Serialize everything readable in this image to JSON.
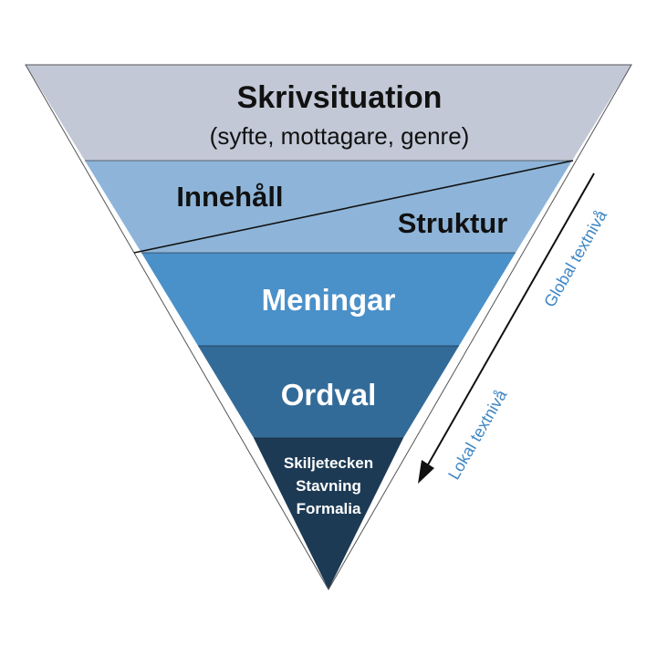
{
  "pyramid": {
    "situation": {
      "title": "Skrivsituation",
      "subtitle": "(syfte, mottagare, genre)",
      "fill": "#c2c8d6"
    },
    "content_structure": {
      "left": "Innehåll",
      "right": "Struktur",
      "fill": "#8eb5d9"
    },
    "sentences": {
      "label": "Meningar",
      "fill": "#4a90c9"
    },
    "word_choice": {
      "label": "Ordval",
      "fill": "#336b98"
    },
    "formalia": {
      "lines": [
        "Skiljetecken",
        "Stavning",
        "Formalia"
      ],
      "fill": "#1d3a54"
    }
  },
  "arrow": {
    "global_label": "Global textnivå",
    "local_label": "Lokal textnivå",
    "label_color": "#3f86c4"
  },
  "colors": {
    "dark_text": "#111111",
    "light_text": "#ffffff",
    "line": "#111111"
  }
}
